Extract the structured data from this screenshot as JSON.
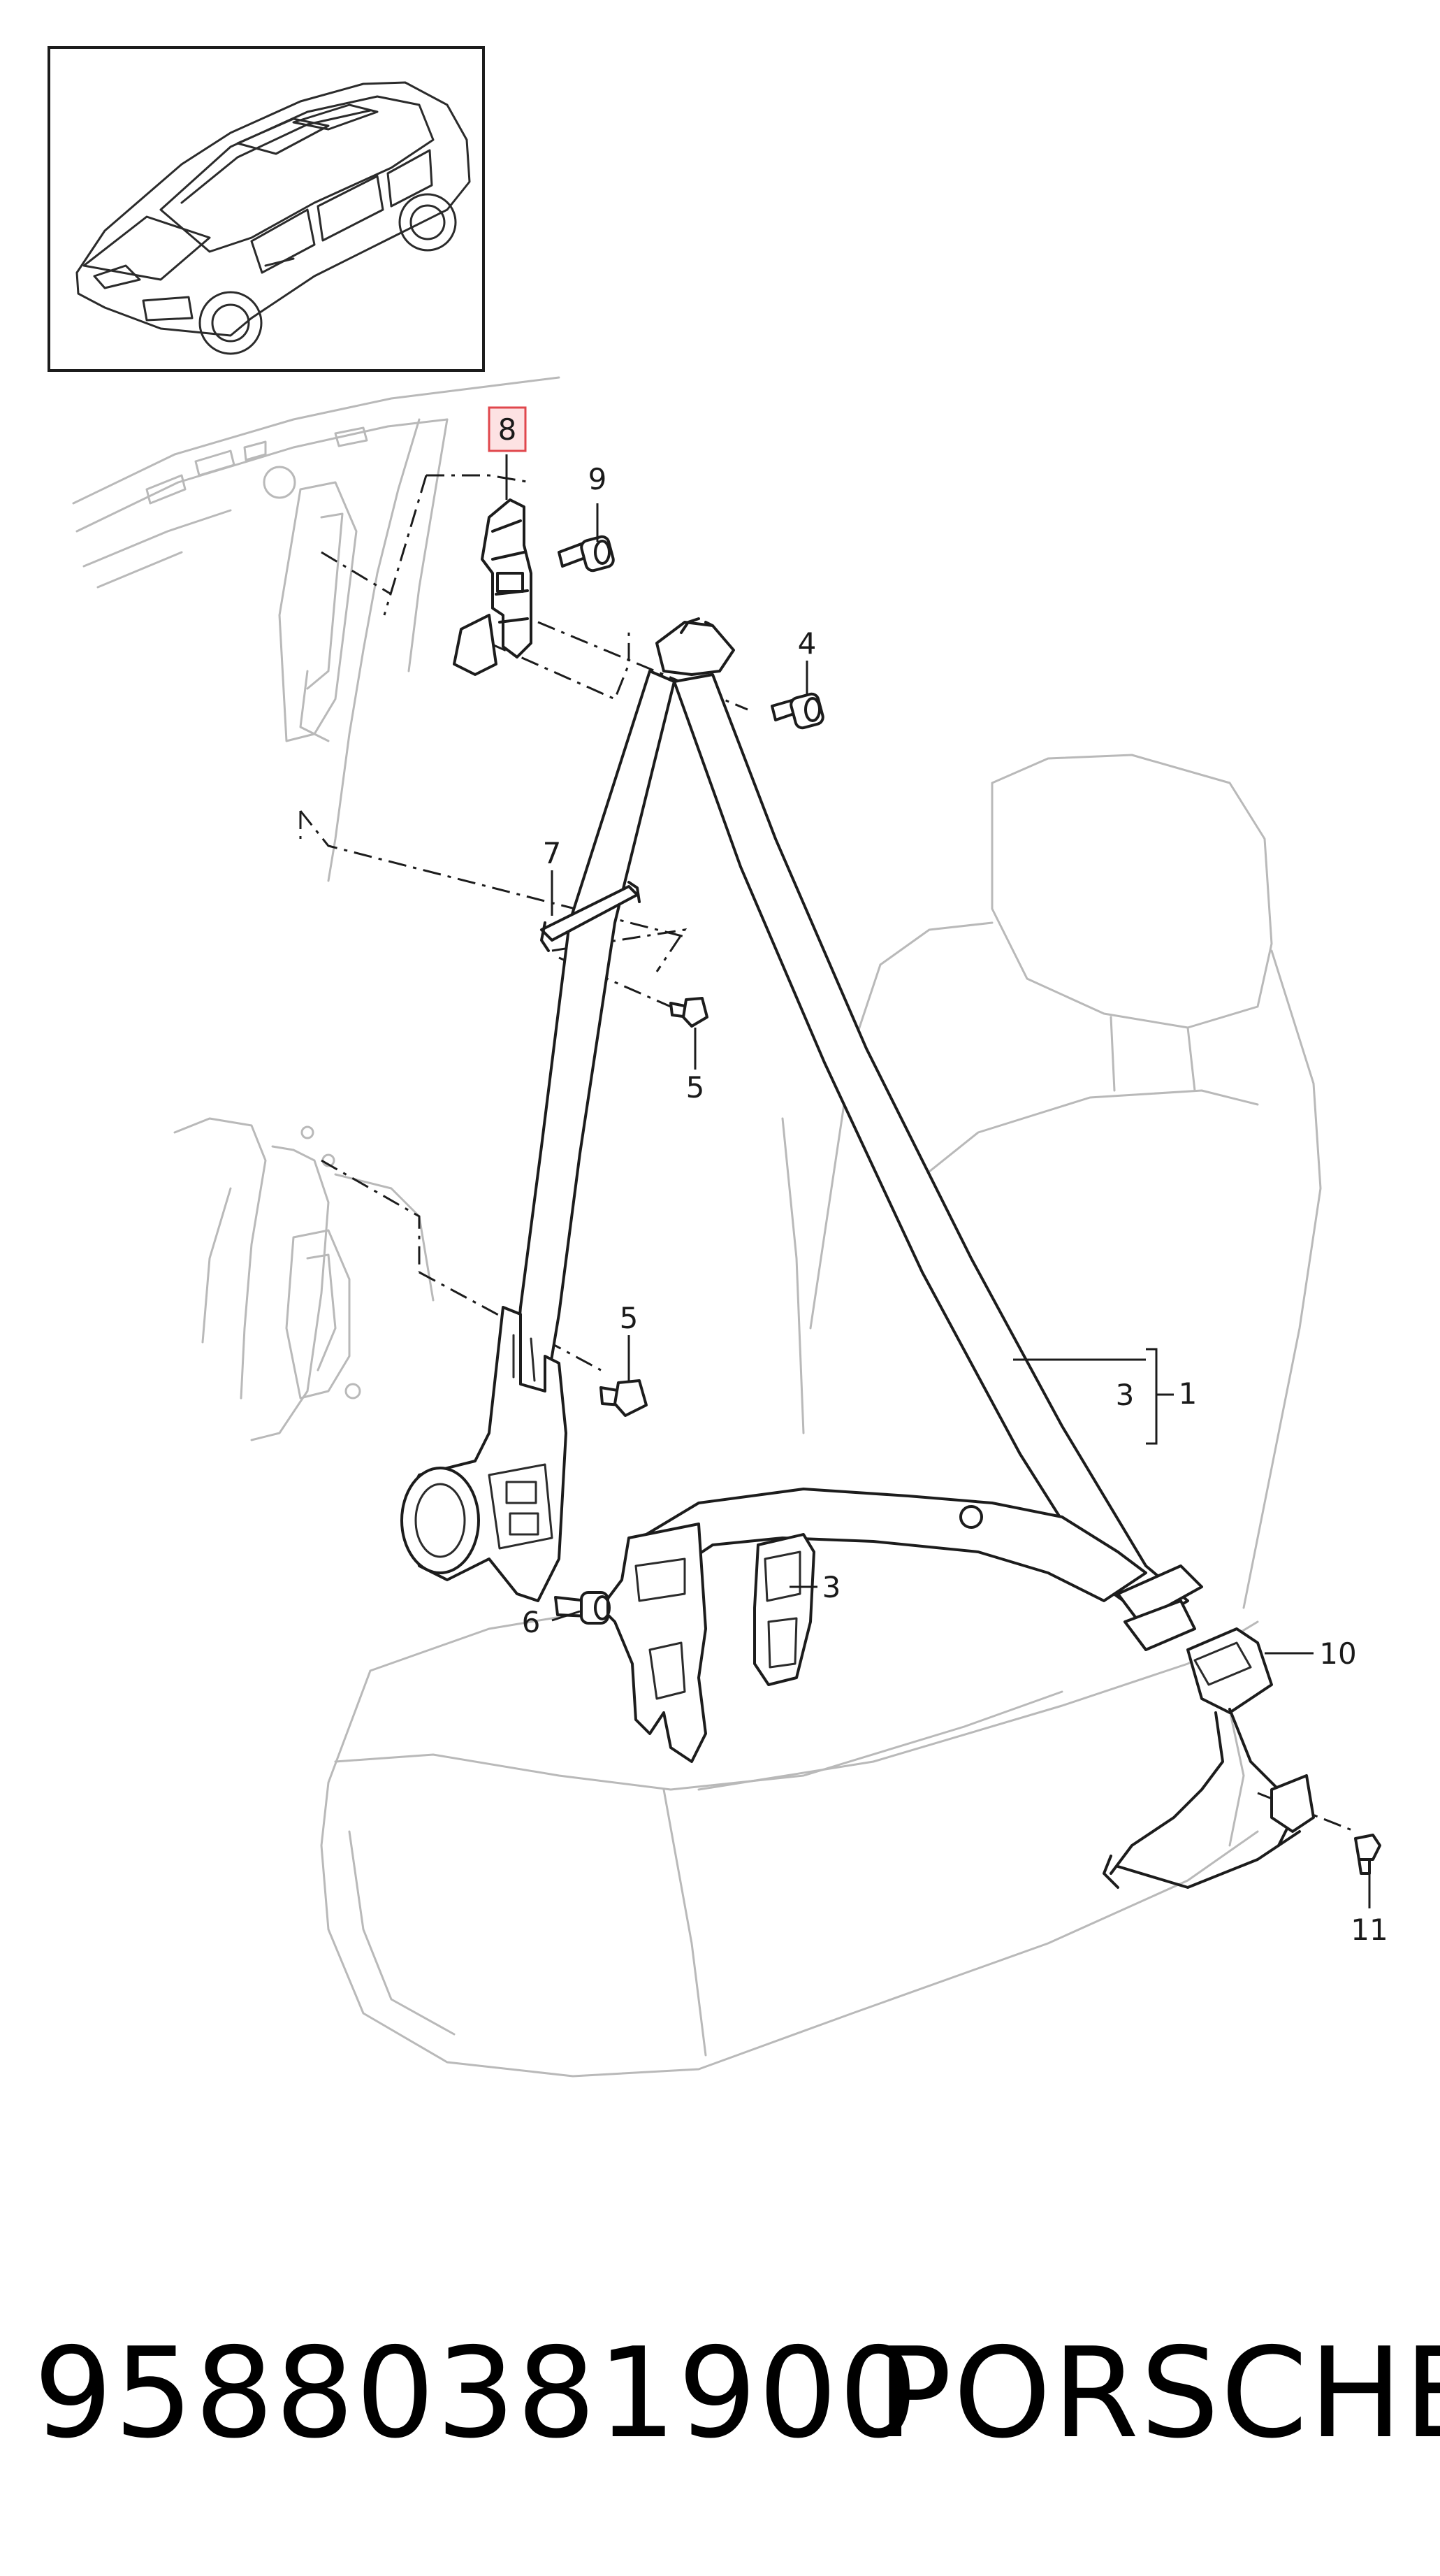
{
  "callouts": {
    "c1": "1",
    "c3_bracket": "3",
    "c3_tongue": "3",
    "c4": "4",
    "c5_upper": "5",
    "c5_lower": "5",
    "c6": "6",
    "c7": "7",
    "c8": "8",
    "c9": "9",
    "c10": "10",
    "c11": "11"
  },
  "footer": {
    "part_number": "95880381900",
    "brand": "PORSCHE"
  },
  "colors": {
    "highlight_box": "#e0474c",
    "ink": "#1c1c1c",
    "ghost": "#b9b9b9"
  }
}
